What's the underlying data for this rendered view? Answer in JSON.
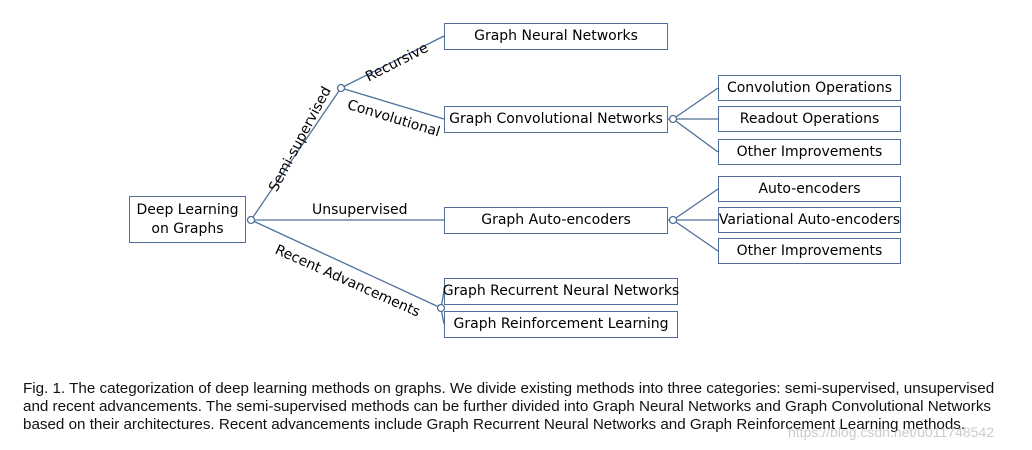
{
  "diagram": {
    "root": "Deep Learning on Graphs",
    "branches": {
      "semi_supervised": "Semi-supervised",
      "recursive": "Recursive",
      "convolutional": "Convolutional",
      "unsupervised": "Unsupervised",
      "recent_advancements": "Recent Advancements"
    },
    "nodes": {
      "gnn": "Graph Neural Networks",
      "gcn": "Graph Convolutional Networks",
      "gcn_children": [
        "Convolution Operations",
        "Readout Operations",
        "Other Improvements"
      ],
      "gae": "Graph Auto-encoders",
      "gae_children": [
        "Auto-encoders",
        "Variational Auto-encoders",
        "Other Improvements"
      ],
      "grnn": "Graph Recurrent Neural Networks",
      "grl": "Graph Reinforcement Learning"
    },
    "colors": {
      "line": "#4f6f9a",
      "box_border": "#4f6f9a"
    }
  },
  "caption": "Fig. 1. The categorization of deep learning methods on graphs. We divide existing methods into three categories: semi-supervised, unsupervised and recent advancements. The semi-supervised methods can be further divided into Graph Neural Networks and Graph Convolutional Networks based on their architectures. Recent advancements include Graph Recurrent Neural Networks and Graph Reinforcement Learning methods.",
  "watermark": "https://blog.csdn.net/u011748542"
}
